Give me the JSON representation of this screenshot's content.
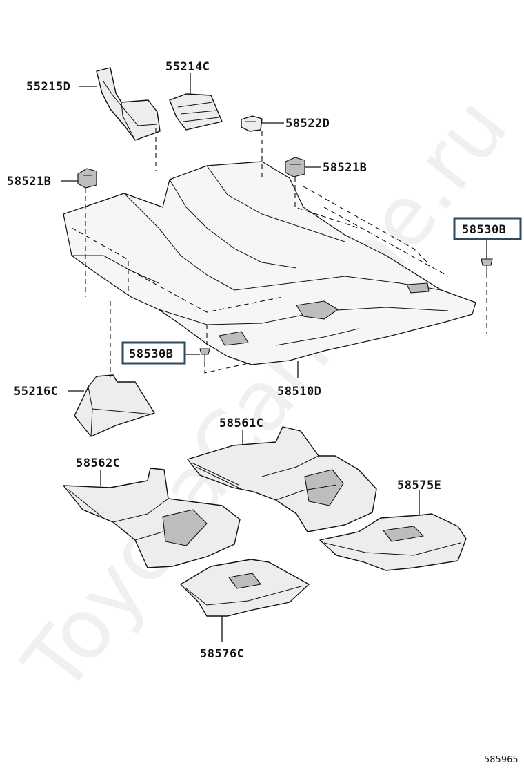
{
  "watermark": "ToyotaCarMine.ru",
  "diagram_code": "585965",
  "callouts": {
    "p55215D": "55215D",
    "p55214C": "55214C",
    "p58522D": "58522D",
    "p58521B_left": "58521B",
    "p58521B_right": "58521B",
    "p58530B_right": "58530B",
    "p58530B_left": "58530B",
    "p55216C": "55216C",
    "p58510D": "58510D",
    "p58561C": "58561C",
    "p58562C": "58562C",
    "p58575E": "58575E",
    "p58576C": "58576C"
  },
  "highlighted_callouts": [
    "58530B"
  ]
}
